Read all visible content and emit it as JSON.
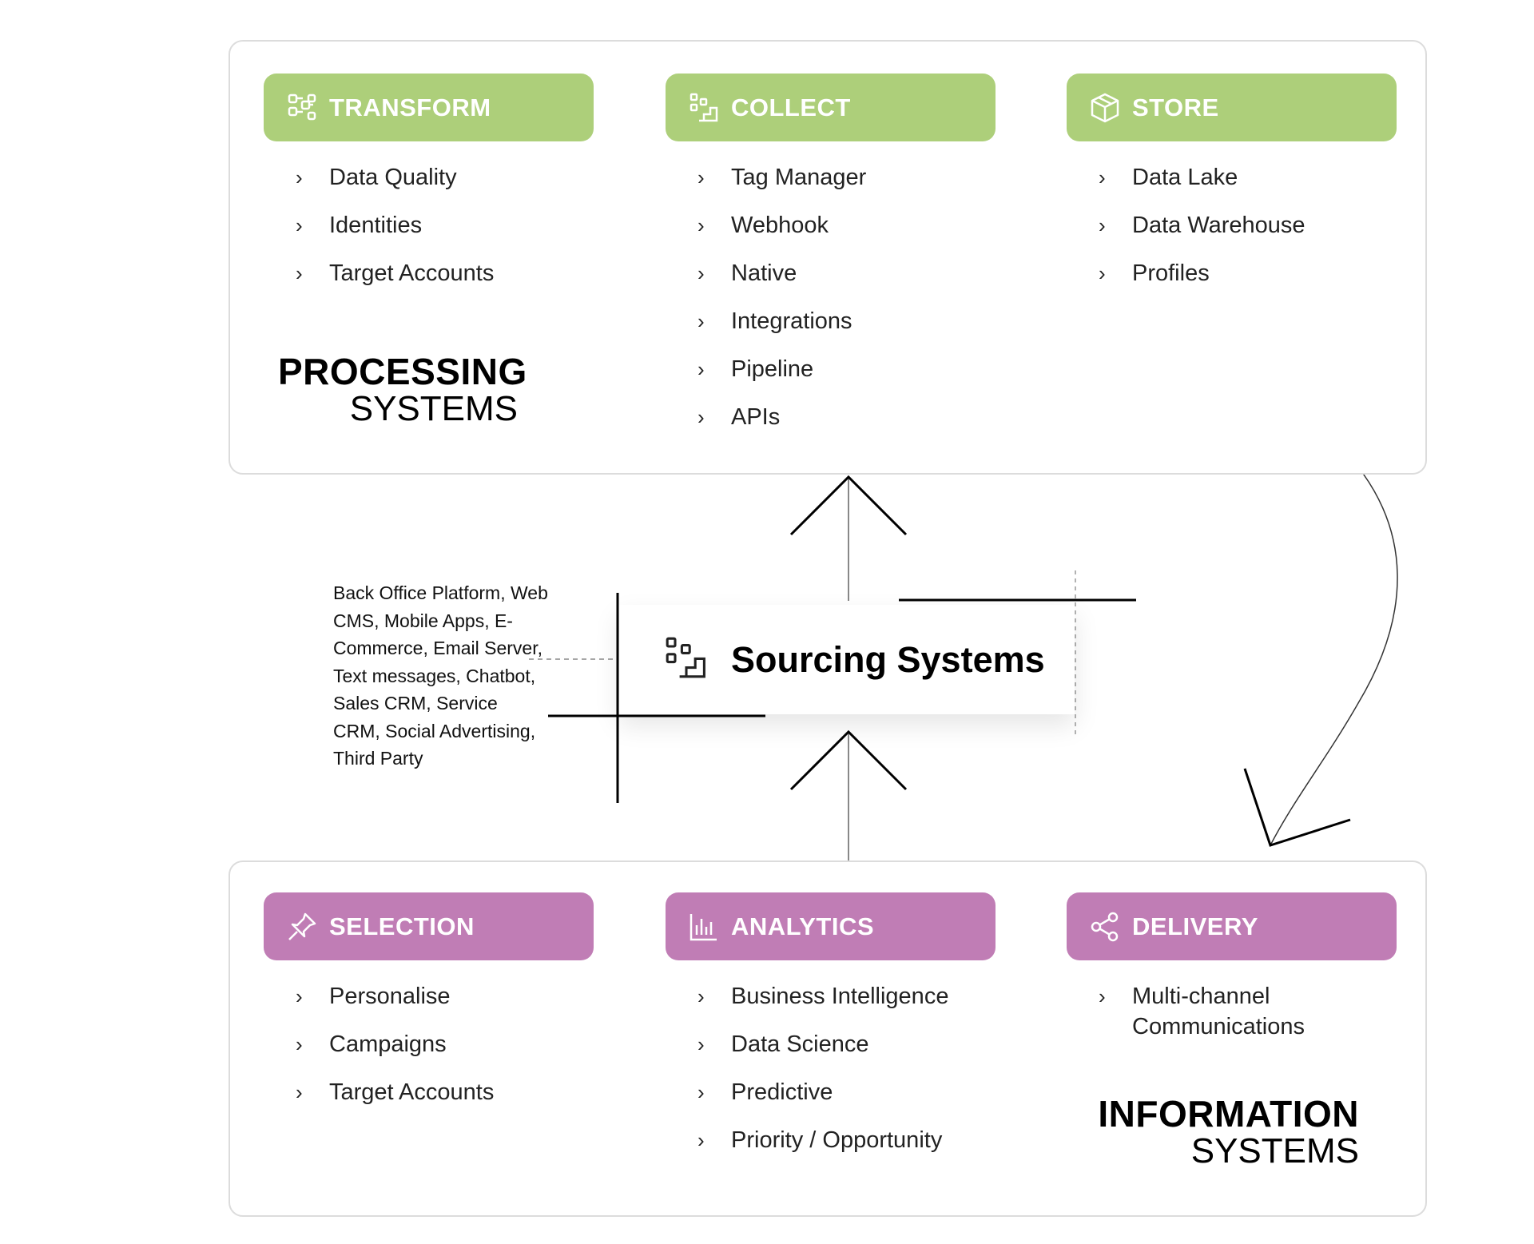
{
  "processing": {
    "title_bold": "PROCESSING",
    "title_light": "SYSTEMS",
    "columns": [
      {
        "label": "TRANSFORM",
        "icon": "transform-icon",
        "items": [
          "Data Quality",
          "Identities",
          "Target Accounts"
        ]
      },
      {
        "label": "COLLECT",
        "icon": "collect-icon",
        "items": [
          "Tag Manager",
          "Webhook",
          "Native",
          "Integrations",
          "Pipeline",
          "APIs"
        ]
      },
      {
        "label": "STORE",
        "icon": "box-icon",
        "items": [
          "Data Lake",
          "Data Warehouse",
          "Profiles"
        ]
      }
    ]
  },
  "sourcing": {
    "title": "Sourcing Systems",
    "sources_text": "Back Office Platform, Web CMS, Mobile Apps, E-Commerce, Email Server, Text messages, Chatbot, Sales CRM, Service CRM, Social Advertising, Third Party"
  },
  "information": {
    "title_bold": "INFORMATION",
    "title_light": "SYSTEMS",
    "columns": [
      {
        "label": "SELECTION",
        "icon": "pin-icon",
        "items": [
          "Personalise",
          "Campaigns",
          "Target Accounts"
        ]
      },
      {
        "label": "ANALYTICS",
        "icon": "bar-chart-icon",
        "items": [
          "Business Intelligence",
          "Data Science",
          "Predictive",
          "Priority / Opportunity"
        ]
      },
      {
        "label": "DELIVERY",
        "icon": "share-icon",
        "items": [
          "Multi-channel Communications"
        ]
      }
    ]
  },
  "colors": {
    "processing_header": "#adcf7a",
    "information_header": "#c07db5",
    "panel_border": "#dcdcdc"
  },
  "chevron": "›"
}
